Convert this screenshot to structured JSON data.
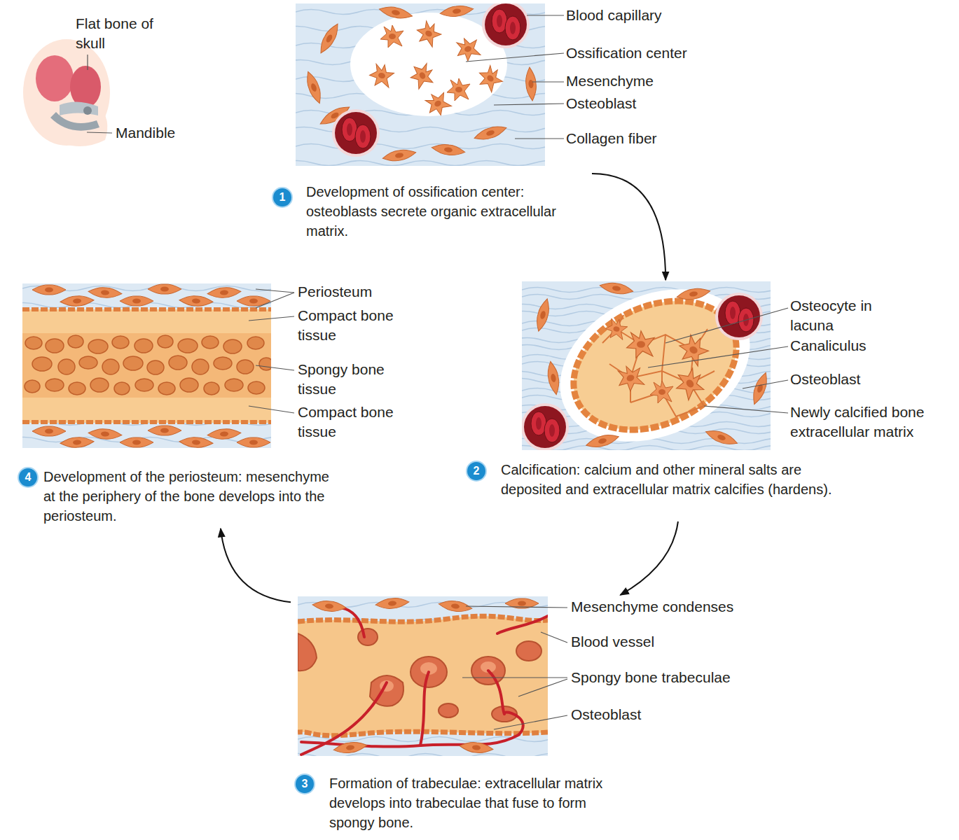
{
  "diagram": {
    "nodes": [
      {
        "text": [
          "1",
          "Development of ossification center: osteoblasts secrete organic extracellular matrix."
        ]
      },
      {
        "text": [
          "2",
          "Calcification: calcium and other mineral salts are deposited and extracellular matrix calcifies (hardens)."
        ]
      },
      {
        "text": [
          "3",
          "Formation of trabeculae: extracellular matrix develops into trabeculae that fuse to form spongy bone."
        ]
      },
      {
        "text": [
          "4",
          "Development of the periosteum: mesenchyme at the periphery of the bone develops into the periosteum."
        ]
      }
    ],
    "edges": [
      {
        "from": 0,
        "to": 1,
        "arrow": "to"
      },
      {
        "from": 1,
        "to": 2,
        "arrow": "to"
      },
      {
        "from": 2,
        "to": 3,
        "arrow": "to"
      }
    ],
    "labels": [
      "Flat bone of skull",
      "Mandible",
      "Blood capillary",
      "Ossification center",
      "Mesenchyme",
      "Osteoblast",
      "Collagen fiber",
      "Osteocyte in lacuna",
      "Canaliculus",
      "Osteoblast",
      "Newly calcified bone extracellular matrix",
      "Periosteum",
      "Compact bone tissue",
      "Spongy bone tissue",
      "Compact bone tissue",
      "Mesenchyme condenses",
      "Blood vessel",
      "Spongy bone trabeculae",
      "Osteoblast"
    ]
  }
}
